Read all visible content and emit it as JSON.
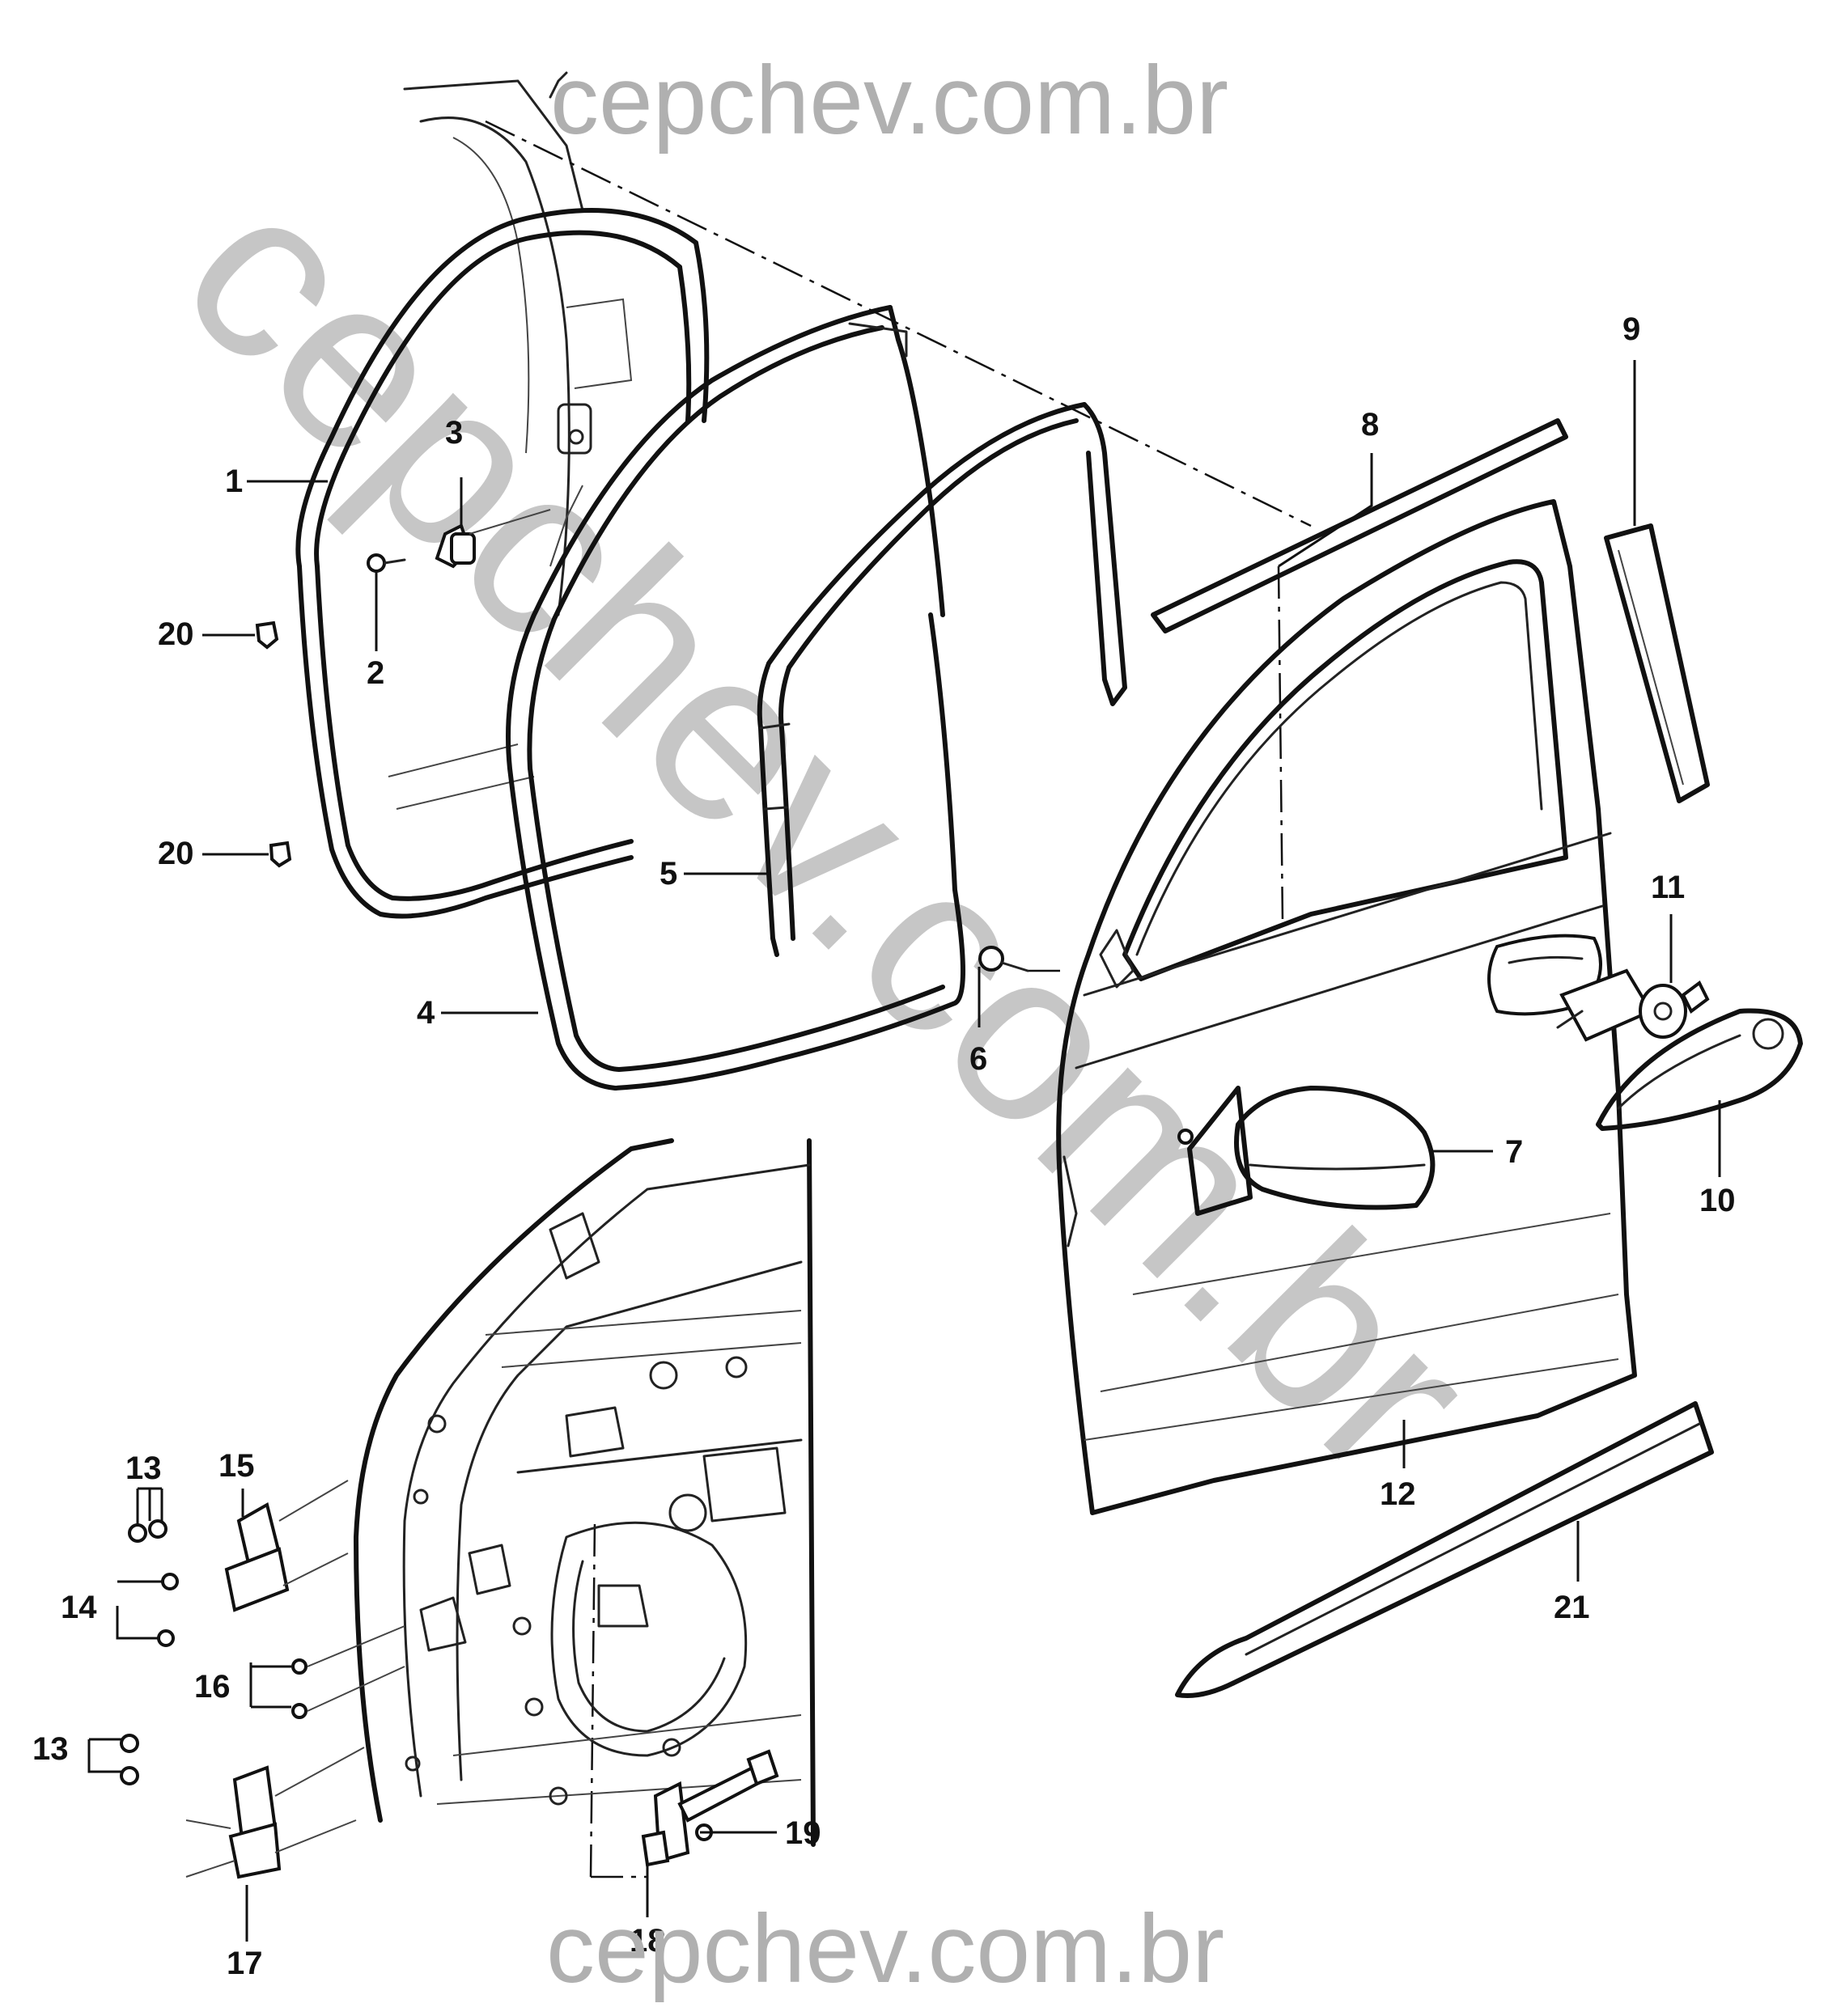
{
  "watermark": {
    "top": "cepchev.com.br",
    "diagonal": "cepchev.com.br",
    "bottom": "cepchev.com.br"
  },
  "callouts": {
    "c1": "1",
    "c2": "2",
    "c3": "3",
    "c4": "4",
    "c5": "5",
    "c6": "6",
    "c7": "7",
    "c8": "8",
    "c9": "9",
    "c10": "10",
    "c11": "11",
    "c12": "12",
    "c13a": "13",
    "c13b": "13",
    "c14": "14",
    "c15": "15",
    "c16": "16",
    "c17": "17",
    "c18": "18",
    "c19": "19",
    "c20a": "20",
    "c20b": "20",
    "c21": "21"
  },
  "colors": {
    "line": "#111111",
    "watermark": "#b0b0b0",
    "background": "#ffffff"
  }
}
